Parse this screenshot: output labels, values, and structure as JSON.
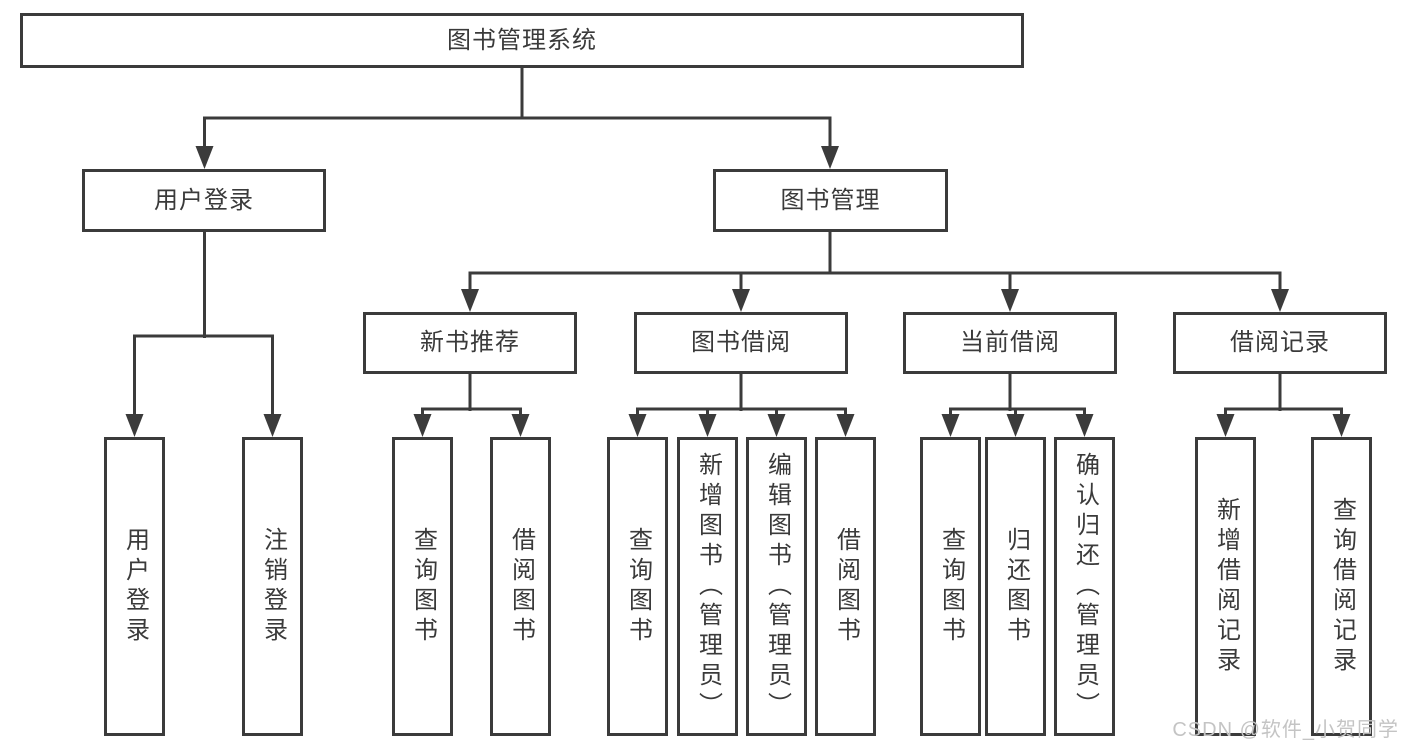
{
  "colors": {
    "line": "#3b3b3b",
    "text": "#3a3a3a",
    "watermark": "#c4c4c4",
    "bg": "#ffffff"
  },
  "watermark": {
    "text": "CSDN @软件_小贺同学"
  },
  "tree": {
    "label": "图书管理系统",
    "children": [
      {
        "label": "用户登录",
        "children": [
          {
            "label": "用户登录"
          },
          {
            "label": "注销登录"
          }
        ]
      },
      {
        "label": "图书管理",
        "children": [
          {
            "label": "新书推荐",
            "children": [
              {
                "label": "查询图书"
              },
              {
                "label": "借阅图书"
              }
            ]
          },
          {
            "label": "图书借阅",
            "children": [
              {
                "label": "查询图书"
              },
              {
                "label": "新增图书（管理员）"
              },
              {
                "label": "编辑图书（管理员）"
              },
              {
                "label": "借阅图书"
              }
            ]
          },
          {
            "label": "当前借阅",
            "children": [
              {
                "label": "查询图书"
              },
              {
                "label": "归还图书"
              },
              {
                "label": "确认归还（管理员）"
              }
            ]
          },
          {
            "label": "借阅记录",
            "children": [
              {
                "label": "新增借阅记录"
              },
              {
                "label": "查询借阅记录"
              }
            ]
          }
        ]
      }
    ]
  }
}
